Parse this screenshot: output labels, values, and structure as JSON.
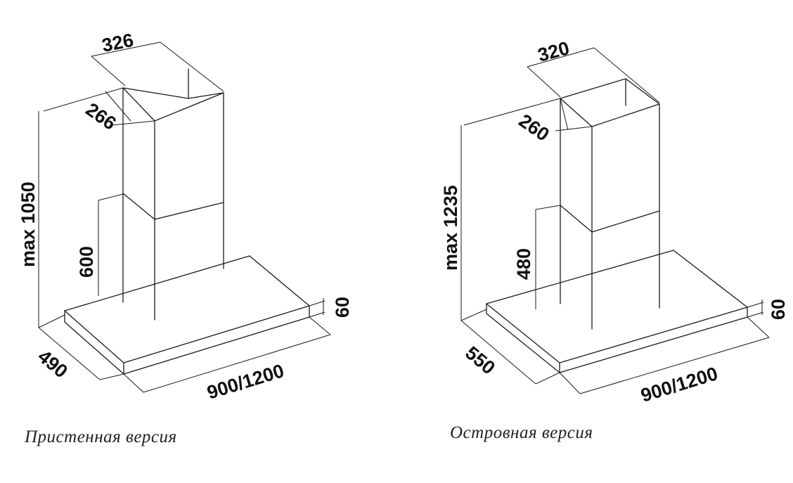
{
  "wall": {
    "caption": "Пристенная версия",
    "dims": {
      "top_width": "326",
      "top_depth": "266",
      "height": "max 1050",
      "chimney": "600",
      "thickness": "60",
      "depth": "490",
      "width": "900/1200"
    }
  },
  "island": {
    "caption": "Островная версия",
    "dims": {
      "top_width": "320",
      "top_depth": "260",
      "height": "max 1235",
      "chimney": "480",
      "thickness": "60",
      "depth": "550",
      "width": "900/1200"
    }
  }
}
